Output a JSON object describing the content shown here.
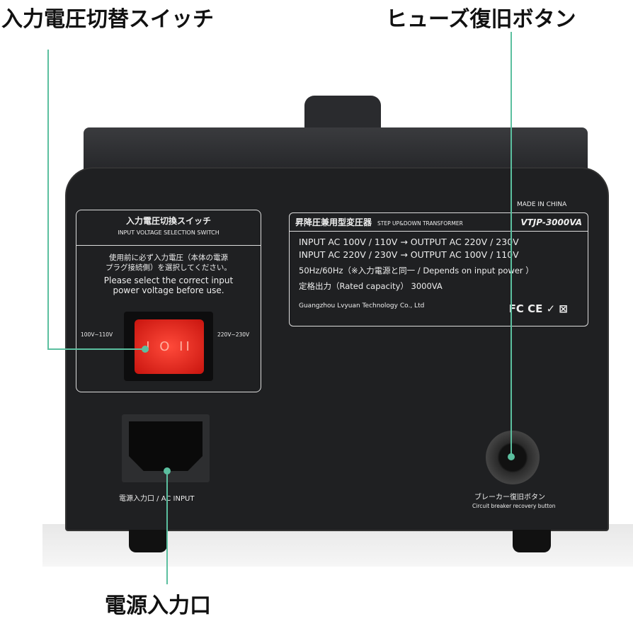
{
  "annotations": {
    "switch_title": "入力電圧切替スイッチ",
    "fuse_title": "ヒューズ復旧ボタン",
    "inlet_title": "電源入力口"
  },
  "left_panel": {
    "title_jp": "入力電圧切換スイッチ",
    "title_en": "INPUT VOLTAGE SELECTION SWITCH",
    "note_jp_1": "使用前に必ず入力電圧（本体の電源",
    "note_jp_2": "プラグ接続側）を選択してください。",
    "note_en_1": "Please select the correct input",
    "note_en_2": "power voltage before use.",
    "left_voltage": "100V~110V",
    "right_voltage": "220V~230V",
    "switch_marks": "I O II"
  },
  "made_in": "MADE IN CHINA",
  "rating_label": {
    "title_jp": "昇降圧兼用型変圧器",
    "title_en": "STEP UP&DOWN TRANSFORMER",
    "model": "VTJP-3000VA",
    "rows": [
      "INPUT AC 100V / 110V  →  OUTPUT AC 220V / 230V",
      "INPUT AC 220V / 230V  →  OUTPUT AC 100V / 110V",
      "50Hz/60Hz（※入力電源と同一 / Depends on input power ）",
      "定格出力（Rated capacity）  3000VA"
    ],
    "company": "Guangzhou Lvyuan Technology Co., Ltd",
    "certs": "FC CE ✓ ⊠"
  },
  "inlet_caption": "電源入力口 / AC INPUT",
  "breaker_caption_jp": "ブレーカー復旧ボタン",
  "breaker_caption_en": "Circuit breaker recovery button",
  "colors": {
    "annotation_line": "#5bbf9f",
    "body": "#1f2022",
    "rocker": "#d81e14"
  }
}
